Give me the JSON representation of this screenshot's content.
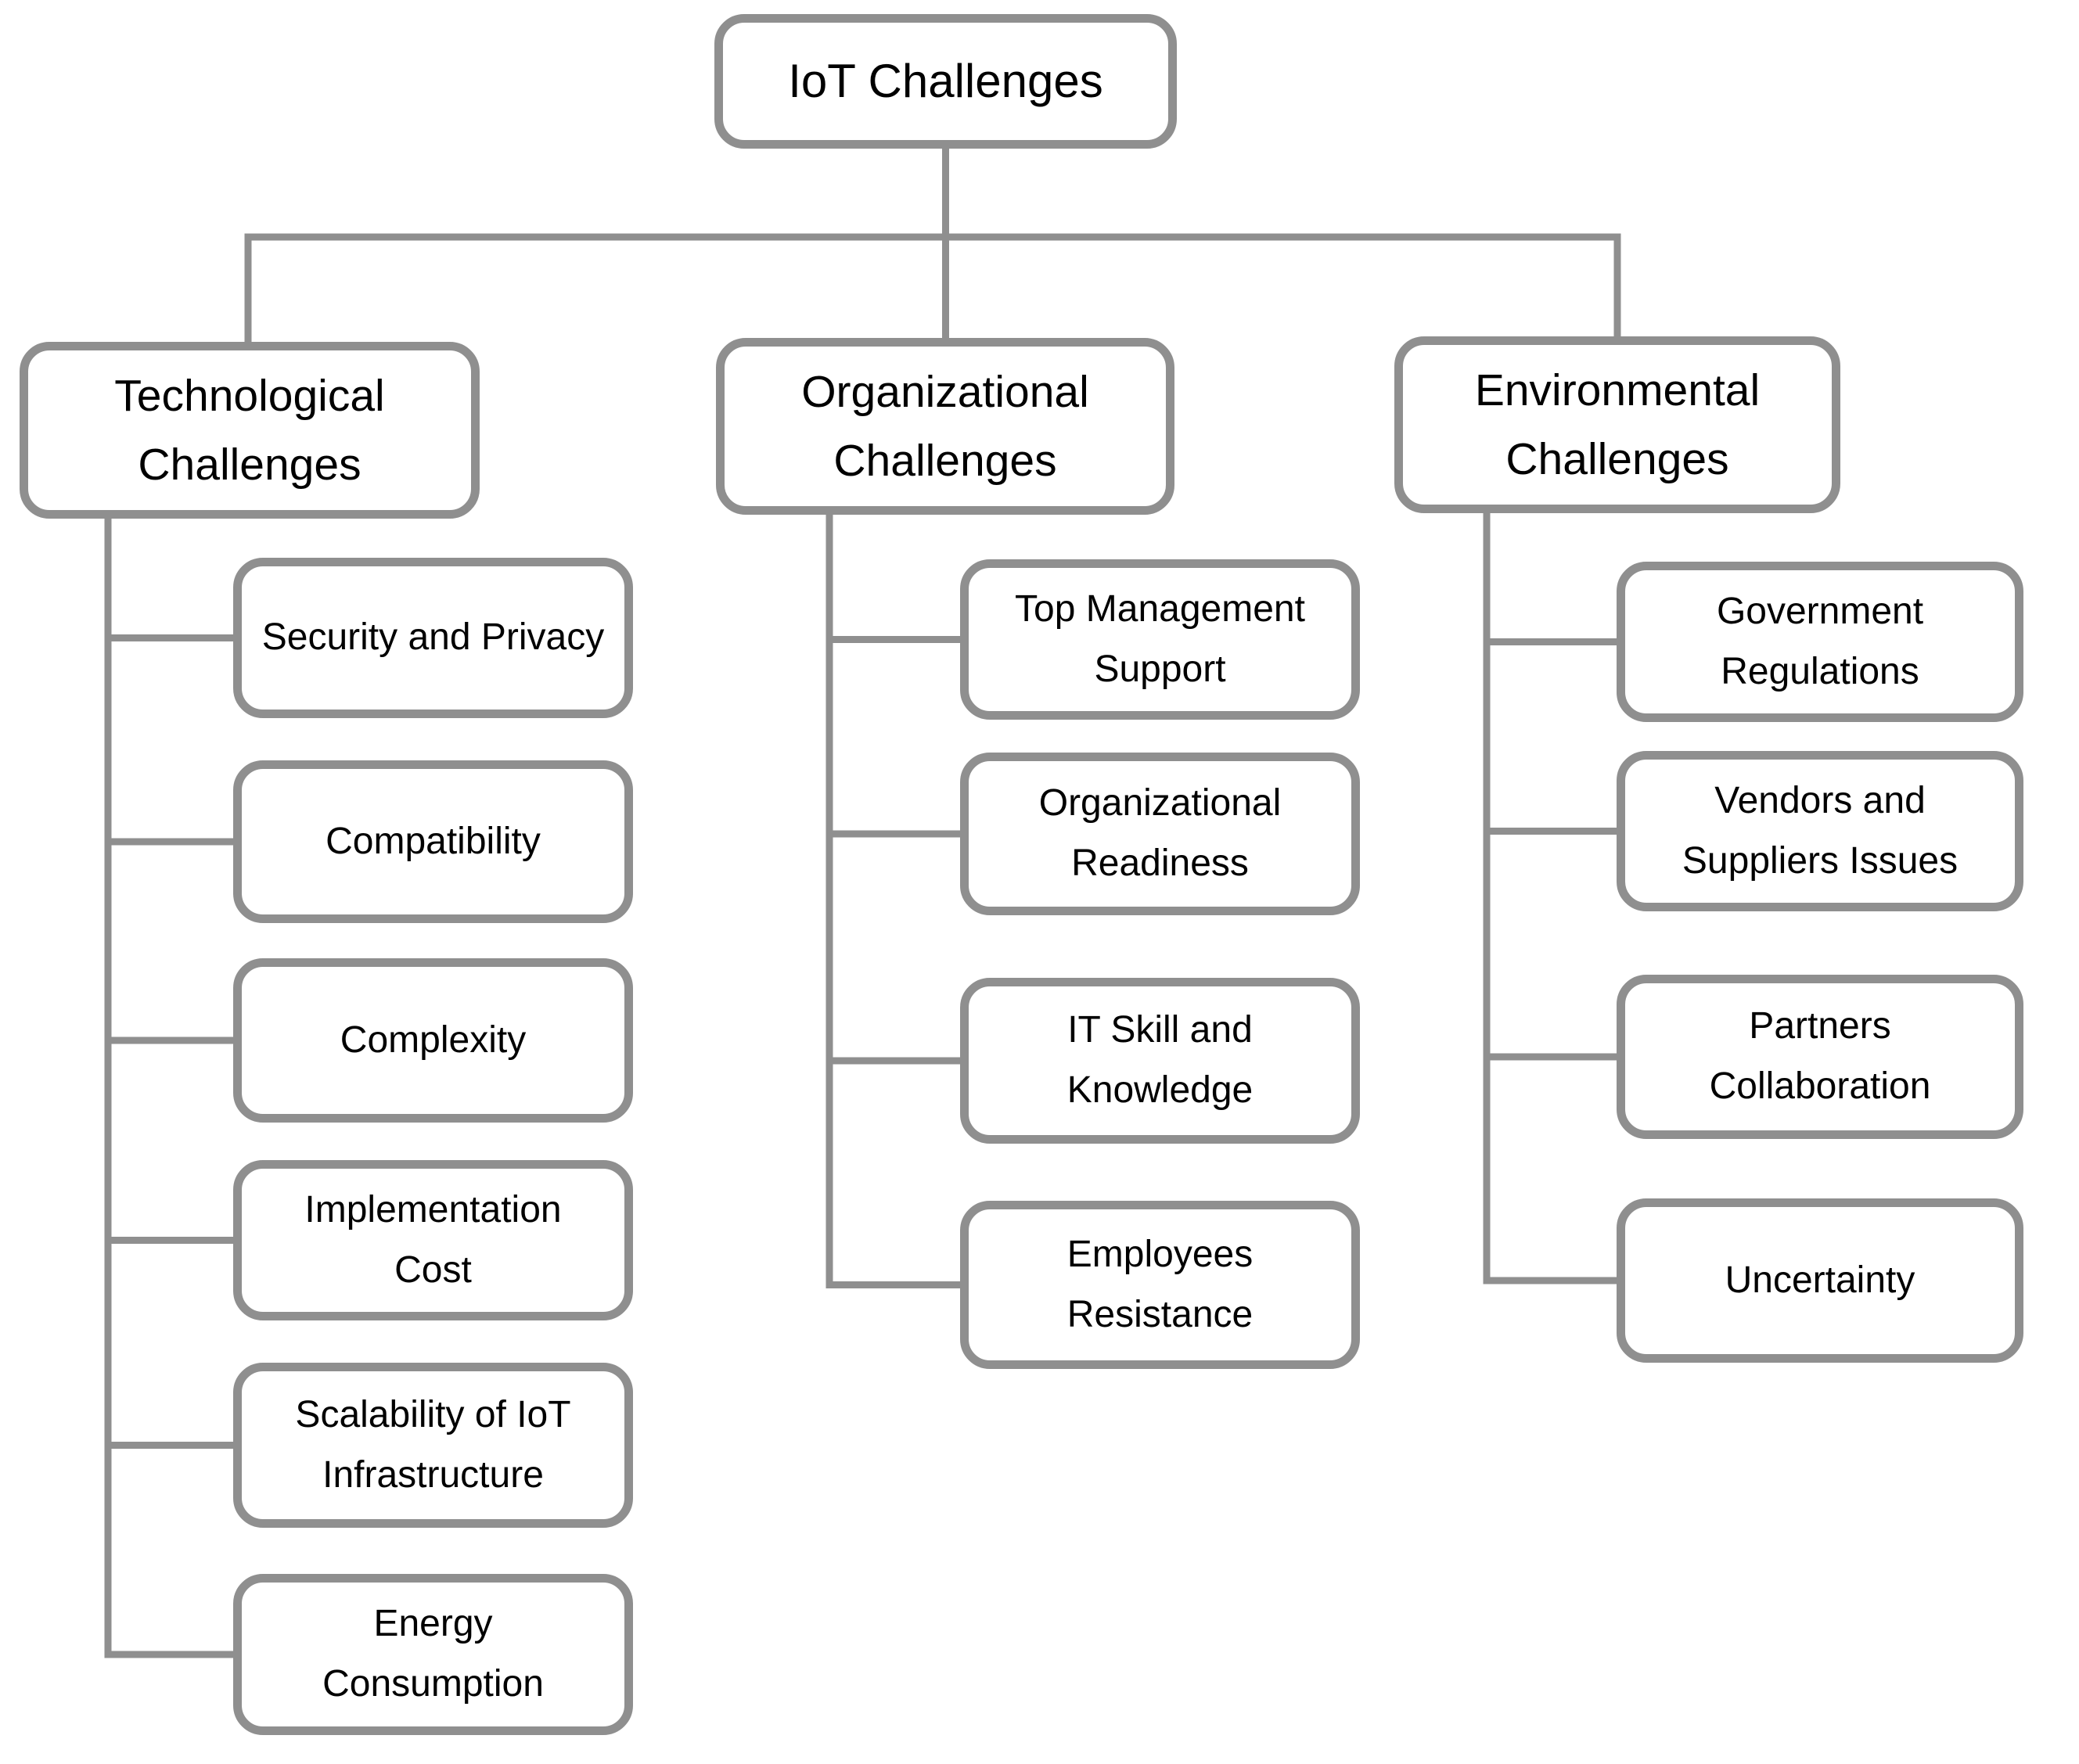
{
  "diagram": {
    "title": "IoT Challenges",
    "root": {
      "label": "IoT Challenges"
    },
    "branches": [
      {
        "label": "Technological\nChallenges",
        "children": [
          "Security and Privacy",
          "Compatibility",
          "Complexity",
          "Implementation\nCost",
          "Scalability of IoT\nInfrastructure",
          "Energy\nConsumption"
        ]
      },
      {
        "label": "Organizational\nChallenges",
        "children": [
          "Top Management\nSupport",
          "Organizational\nReadiness",
          "IT Skill and\nKnowledge",
          "Employees\nResistance"
        ]
      },
      {
        "label": "Environmental\nChallenges",
        "children": [
          "Government\nRegulations",
          "Vendors and\nSuppliers Issues",
          "Partners\nCollaboration",
          "Uncertainty"
        ]
      }
    ],
    "colors": {
      "box_border": "#8f8f8f",
      "connector": "#8f8f8f",
      "text": "#000000",
      "background": "#ffffff"
    }
  }
}
